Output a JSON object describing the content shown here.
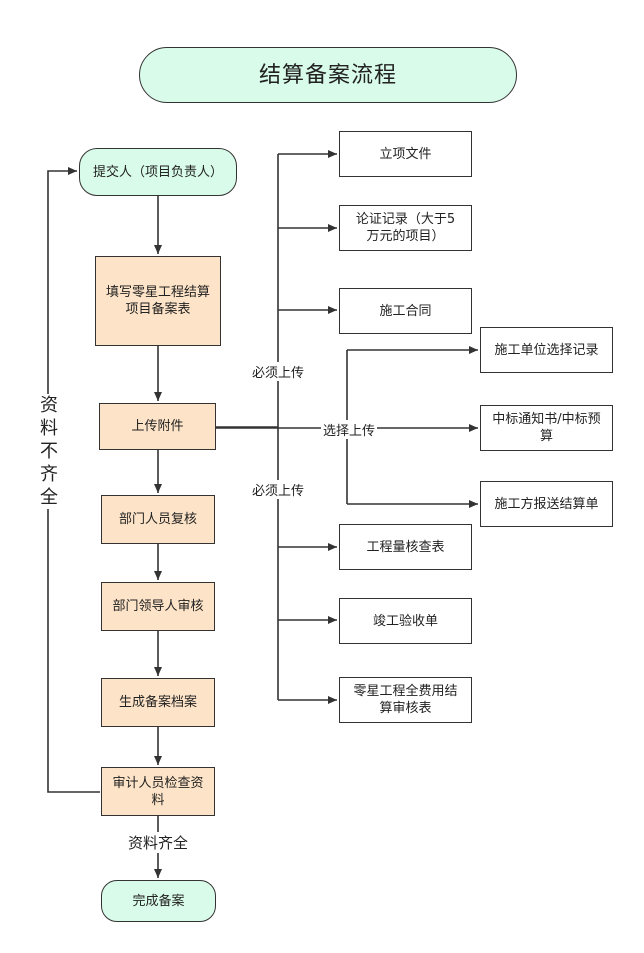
{
  "title": "结算备案流程",
  "flow": {
    "start": "提交人（项目负责人）",
    "fill_form": "填写零星工程结算项目备案表",
    "upload": "上传附件",
    "dept_review": "部门人员复核",
    "leader_review": "部门领导人审核",
    "generate": "生成备案档案",
    "auditor_check": "审计人员检查资料",
    "complete": "完成备案"
  },
  "labels": {
    "must_upload": "必须上传",
    "optional_upload": "选择上传",
    "docs_complete": "资料齐全",
    "docs_incomplete": "资料不齐全"
  },
  "docs_required_top": [
    "立项文件",
    "论证记录（大于5万元的项目）",
    "施工合同"
  ],
  "docs_optional": [
    "施工单位选择记录",
    "中标通知书/中标预算",
    "施工方报送结算单"
  ],
  "docs_required_bottom": [
    "工程量核查表",
    "竣工验收单",
    "零星工程全费用结算审核表"
  ],
  "colors": {
    "terminal_fill": "#d9fbe9",
    "process_fill": "#fde4c8",
    "line": "#333333"
  }
}
